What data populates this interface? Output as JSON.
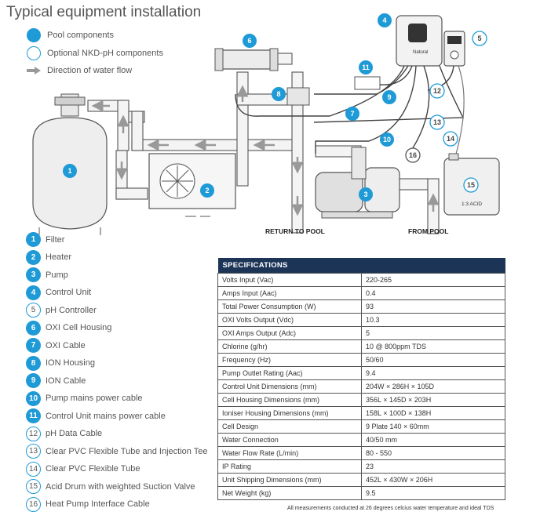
{
  "title": "Typical equipment installation",
  "legend": {
    "pool": "Pool components",
    "optional": "Optional NKD-pH components",
    "flow": "Direction of water flow"
  },
  "diagram_labels": {
    "return_to_pool": "RETURN TO POOL",
    "from_pool": "FROM POOL",
    "acid_label": "1:3 ACID",
    "brand": "Natural"
  },
  "callouts": [
    "1",
    "2",
    "3",
    "4",
    "5",
    "6",
    "7",
    "8",
    "9",
    "10",
    "11",
    "12",
    "13",
    "14",
    "15",
    "16"
  ],
  "components": [
    {
      "num": "1",
      "label": "Filter",
      "type": "pool"
    },
    {
      "num": "2",
      "label": "Heater",
      "type": "pool"
    },
    {
      "num": "3",
      "label": "Pump",
      "type": "pool"
    },
    {
      "num": "4",
      "label": "Control Unit",
      "type": "pool"
    },
    {
      "num": "5",
      "label": "pH Controller",
      "type": "optional"
    },
    {
      "num": "6",
      "label": "OXI Cell Housing",
      "type": "pool"
    },
    {
      "num": "7",
      "label": "OXI Cable",
      "type": "pool"
    },
    {
      "num": "8",
      "label": "ION Housing",
      "type": "pool"
    },
    {
      "num": "9",
      "label": "ION Cable",
      "type": "pool"
    },
    {
      "num": "10",
      "label": "Pump mains power cable",
      "type": "pool"
    },
    {
      "num": "11",
      "label": "Control Unit mains power cable",
      "type": "pool"
    },
    {
      "num": "12",
      "label": "pH Data Cable",
      "type": "optional"
    },
    {
      "num": "13",
      "label": "Clear PVC Flexible Tube and Injection Tee",
      "type": "optional"
    },
    {
      "num": "14",
      "label": "Clear PVC Flexible Tube",
      "type": "optional"
    },
    {
      "num": "15",
      "label": "Acid Drum with weighted Suction Valve",
      "type": "optional"
    },
    {
      "num": "16",
      "label": "Heat Pump Interface Cable",
      "type": "optional"
    }
  ],
  "specs": {
    "header": "SPECIFICATIONS",
    "rows": [
      {
        "k": "Volts Input (Vac)",
        "v": "220-265"
      },
      {
        "k": "Amps Input (Aac)",
        "v": "0.4"
      },
      {
        "k": "Total Power Consumption (W)",
        "v": "93"
      },
      {
        "k": "OXI Volts Output (Vdc)",
        "v": "10.3"
      },
      {
        "k": "OXI Amps Output (Adc)",
        "v": "5"
      },
      {
        "k": "Chlorine (g/hr)",
        "v": "10 @ 800ppm TDS"
      },
      {
        "k": "Frequency (Hz)",
        "v": "50/60"
      },
      {
        "k": "Pump Outlet Rating (Aac)",
        "v": "9.4"
      },
      {
        "k": "Control Unit Dimensions (mm)",
        "v": "204W × 286H × 105D"
      },
      {
        "k": "Cell Housing Dimensions (mm)",
        "v": "356L × 145D × 203H"
      },
      {
        "k": "Ioniser Housing Dimensions (mm)",
        "v": "158L × 100D × 138H"
      },
      {
        "k": "Cell Design",
        "v": "9 Plate 140 × 60mm"
      },
      {
        "k": "Water Connection",
        "v": "40/50 mm"
      },
      {
        "k": "Water Flow Rate (L/min)",
        "v": "80 - 550"
      },
      {
        "k": "IP Rating",
        "v": "23"
      },
      {
        "k": "Unit Shipping Dimensions (mm)",
        "v": "452L × 430W × 206H"
      },
      {
        "k": "Net Weight (kg)",
        "v": "9.5"
      }
    ]
  },
  "footnote": "All measurements conducted at 26 degrees celcius water temperature and ideal TDS",
  "colors": {
    "accent": "#1e9ad6",
    "header": "#1c3557"
  }
}
